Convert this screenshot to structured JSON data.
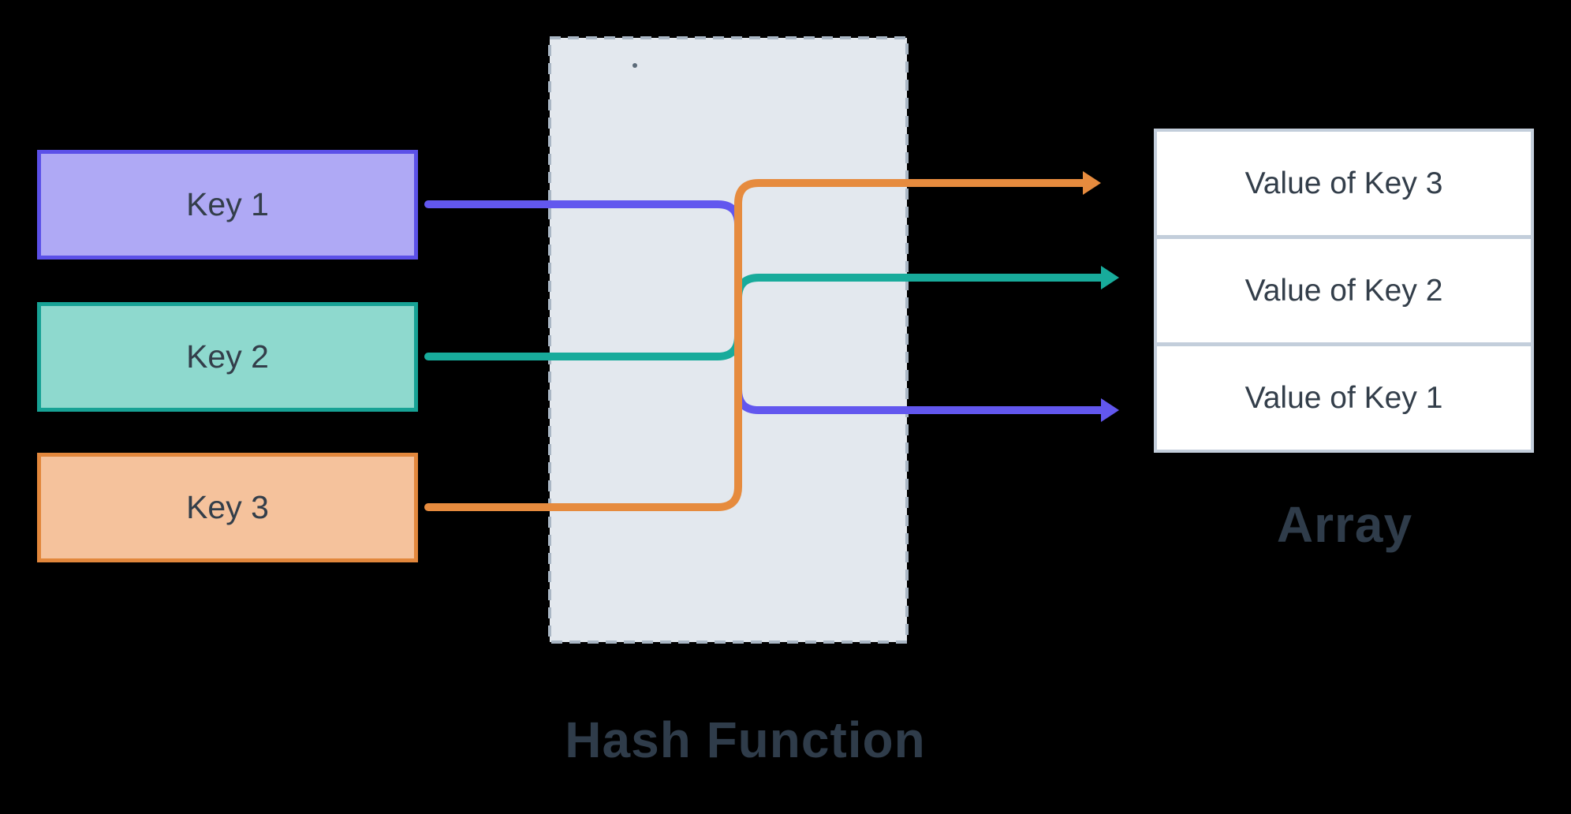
{
  "diagram": {
    "background_color": "#000000",
    "keys": [
      {
        "label": "Key 1",
        "fill": "#afa9f5",
        "border": "#5b50e8",
        "arrow_color": "#6257ee",
        "maps_to": "Value of Key 1"
      },
      {
        "label": "Key 2",
        "fill": "#8ed9ce",
        "border": "#17a295",
        "arrow_color": "#18ab9b",
        "maps_to": "Value of Key 2"
      },
      {
        "label": "Key 3",
        "fill": "#f5c29c",
        "border": "#e2873c",
        "arrow_color": "#e68b3e",
        "maps_to": "Value of Key 3"
      }
    ],
    "hash_function": {
      "label": "Hash Function",
      "fill": "#e3e8ee",
      "dash_color": "#a9b6c4"
    },
    "array": {
      "label": "Array",
      "border_color": "#c3cedb",
      "cell_fill": "#ffffff",
      "cells": [
        {
          "label": "Value of Key 3"
        },
        {
          "label": "Value of Key 2"
        },
        {
          "label": "Value of Key 1"
        }
      ]
    },
    "text_color": "#333e4a",
    "title_color": "#2f3c4a"
  }
}
